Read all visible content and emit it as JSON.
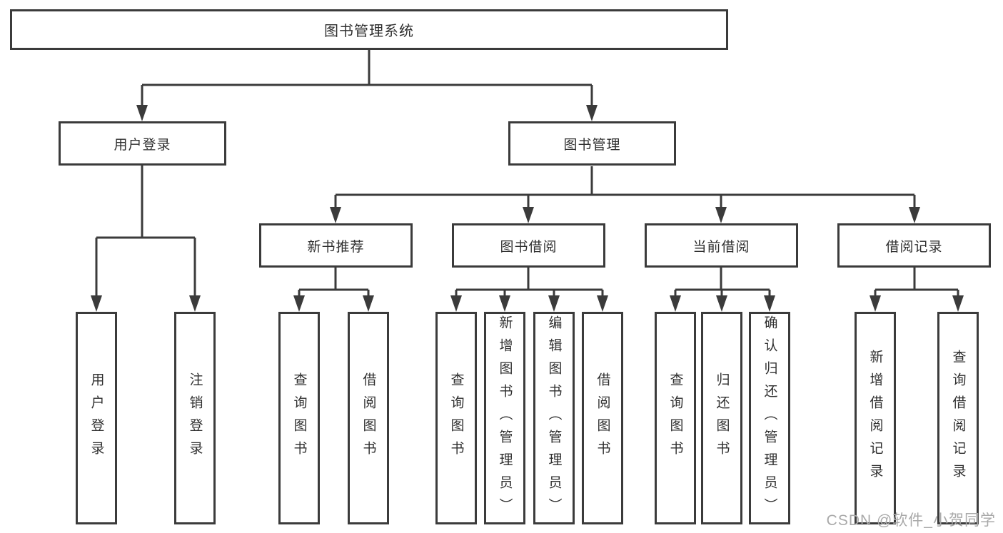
{
  "tree": {
    "label": "图书管理系统",
    "children": [
      {
        "label": "用户登录",
        "children": [
          {
            "label": "用户登录"
          },
          {
            "label": "注销登录"
          }
        ]
      },
      {
        "label": "图书管理",
        "children": [
          {
            "label": "新书推荐",
            "children": [
              {
                "label": "查询图书"
              },
              {
                "label": "借阅图书"
              }
            ]
          },
          {
            "label": "图书借阅",
            "children": [
              {
                "label": "查询图书"
              },
              {
                "label": "新增图书（管理员）"
              },
              {
                "label": "编辑图书（管理员）"
              },
              {
                "label": "借阅图书"
              }
            ]
          },
          {
            "label": "当前借阅",
            "children": [
              {
                "label": "查询图书"
              },
              {
                "label": "归还图书"
              },
              {
                "label": "确认归还（管理员）"
              }
            ]
          },
          {
            "label": "借阅记录",
            "children": [
              {
                "label": "新增借阅记录"
              },
              {
                "label": "查询借阅记录"
              }
            ]
          }
        ]
      }
    ]
  },
  "watermark": {
    "text": "CSDN @软件_小贺同学"
  },
  "colors": {
    "line": "#3b3b3b",
    "box_border": "#3b3b3b",
    "text": "#2f2f2f",
    "background": "#ffffff",
    "watermark": "#a9a9a9"
  }
}
